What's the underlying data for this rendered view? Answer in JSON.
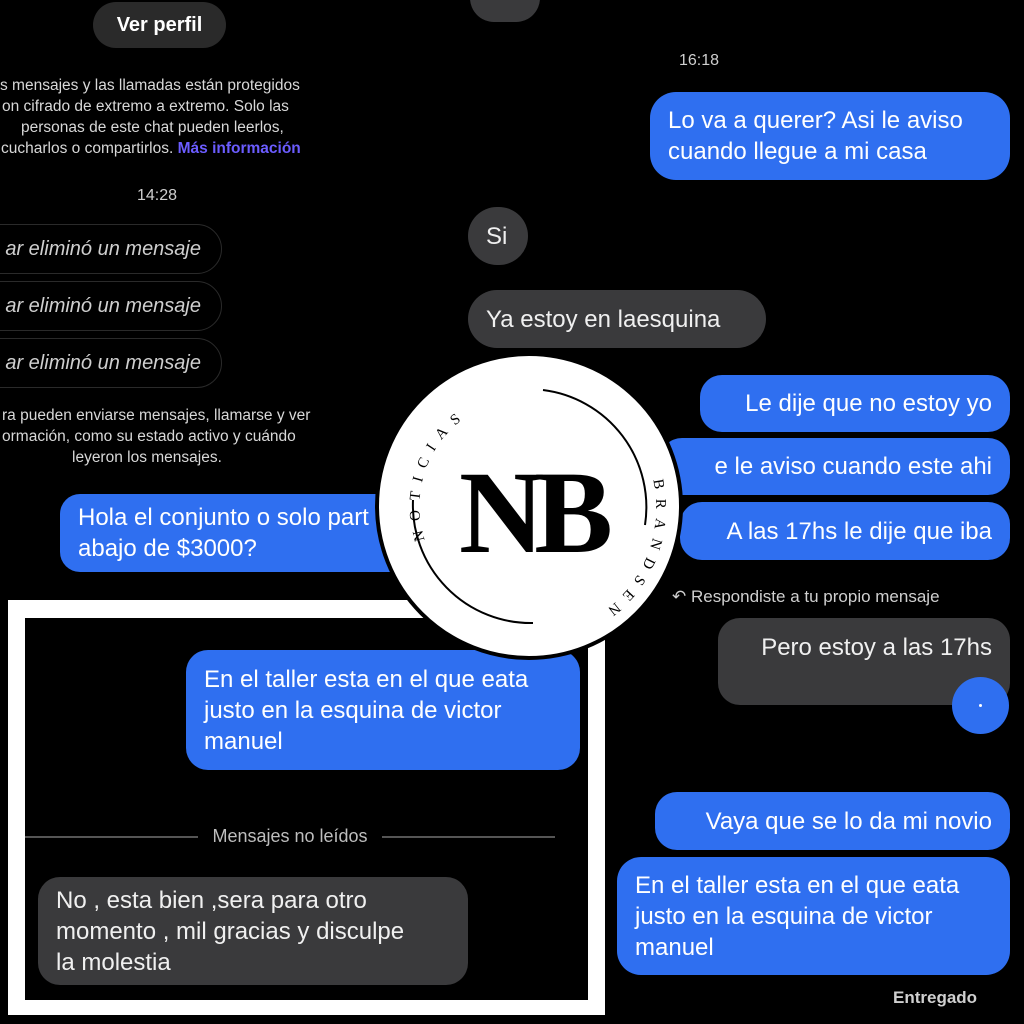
{
  "left_chat": {
    "view_profile": "Ver perfil",
    "encryption_lines": [
      "s mensajes y las llamadas están protegidos",
      "on cifrado de extremo a extremo. Solo las",
      "personas de este chat pueden leerlos,",
      "cucharlos o compartirlos."
    ],
    "more_info": "Más información",
    "time": "14:28",
    "deleted_messages": [
      "ar eliminó un mensaje",
      "ar eliminó un mensaje",
      "ar eliminó un mensaje"
    ],
    "info_lines": [
      "ra pueden enviarse mensajes, llamarse y ver",
      "ormación, como su estado activo y cuándo",
      "leyeron los mensajes."
    ],
    "sent_message_lines": [
      "Hola el conjunto o solo part",
      "abajo de $3000?"
    ]
  },
  "framed_chat": {
    "sent_message_lines": [
      "En el taller esta en el que eata",
      "justo en la esquina de victor",
      "manuel"
    ],
    "unread_divider": "Mensajes no leídos",
    "received_message_lines": [
      "No , esta bien ,sera para otro",
      "momento , mil gracias y disculpe",
      "la molestia"
    ]
  },
  "right_chat": {
    "time": "16:18",
    "sent_1_lines": [
      "Lo va a querer? Asi le aviso",
      "cuando llegue a mi casa"
    ],
    "received_1": "Si",
    "received_2": "Ya estoy en laesquina",
    "sent_2": "Le dije que no estoy yo",
    "sent_3": "e le aviso cuando este ahi",
    "sent_4": "A las 17hs le dije que iba",
    "reply_note": "Respondiste a tu propio mensaje",
    "reply_message": "Pero estoy a las 17hs",
    "sent_5": "Vaya que se lo da mi novio",
    "sent_6_lines": [
      "En el taller esta en el que eata",
      "justo en la esquina de victor",
      "manuel"
    ],
    "status": "Entregado"
  },
  "logo": {
    "monogram": "NB",
    "top_text": "NOTICIAS",
    "bottom_text": "BRANDSEN"
  },
  "colors": {
    "blue_bubble": "#2f6ff0",
    "gray_bubble": "#3a3a3c",
    "link": "#6b5cff"
  }
}
